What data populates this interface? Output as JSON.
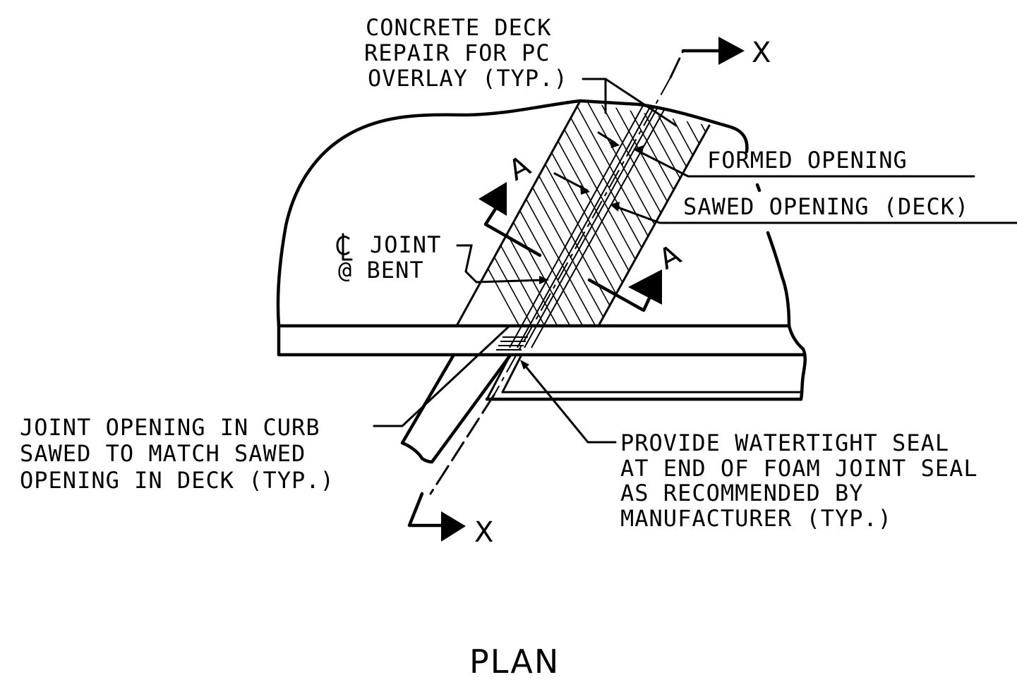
{
  "drawing": {
    "title": "PLAN",
    "section_cut": "X",
    "section_view": "A",
    "labels": {
      "concrete_repair": [
        "CONCRETE DECK",
        "REPAIR FOR PC",
        "OVERLAY (TYP.)"
      ],
      "formed_opening": "FORMED OPENING",
      "sawed_opening": "SAWED OPENING (DECK)",
      "joint": [
        "JOINT",
        "@ BENT"
      ],
      "curb_opening": [
        "JOINT OPENING IN CURB",
        "SAWED TO MATCH SAWED",
        "OPENING IN DECK (TYP.)"
      ],
      "watertight_seal": [
        "PROVIDE WATERTIGHT SEAL",
        "AT END OF FOAM JOINT SEAL",
        "AS RECOMMENDED BY",
        "MANUFACTURER (TYP.)"
      ]
    }
  }
}
